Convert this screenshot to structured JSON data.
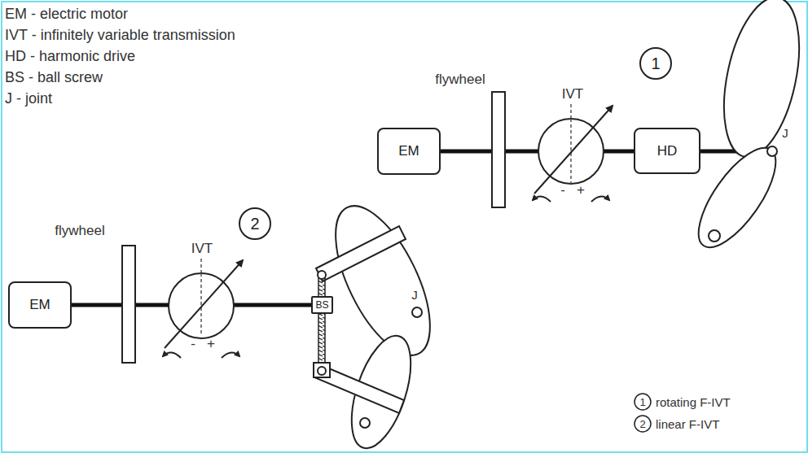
{
  "diagram": {
    "nodes": [
      {
        "text": [
          "EM"
        ]
      },
      {
        "text": [
          "HD"
        ]
      },
      {
        "text": [
          "1"
        ]
      },
      {
        "text": [
          "EM"
        ]
      },
      {
        "text": [
          "2"
        ]
      },
      {
        "text": [
          "BS"
        ]
      }
    ],
    "edges": [
      {
        "from": 0,
        "to": 1,
        "arrow": "none"
      },
      {
        "from": 3,
        "to": 5,
        "arrow": "none"
      }
    ],
    "labels": [
      "EM - electric motor",
      "IVT - infinitely variable transmission",
      "HD - harmonic drive",
      "BS - ball screw",
      "J - joint",
      "flywheel",
      "IVT",
      "-",
      "+",
      "J",
      "flywheel",
      "IVT",
      "-",
      "+",
      "J",
      "1",
      "rotating F-IVT",
      "2",
      "linear F-IVT"
    ]
  }
}
